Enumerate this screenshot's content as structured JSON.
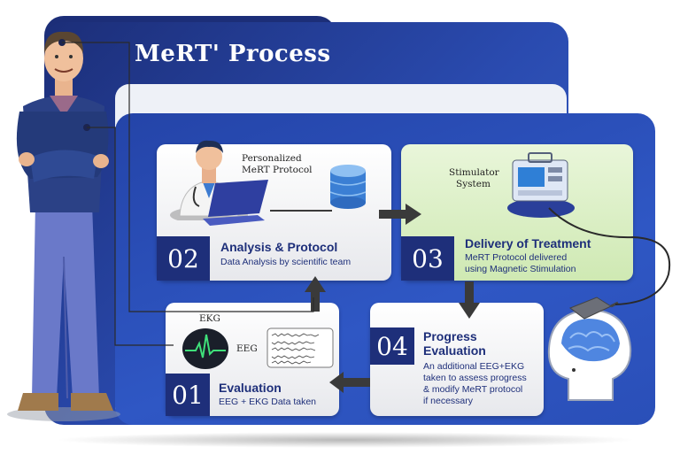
{
  "title": "MeRT' Process",
  "steps": [
    {
      "num": "01",
      "heading": "Evaluation",
      "desc": "EEG + EKG Data taken"
    },
    {
      "num": "02",
      "heading": "Analysis & Protocol",
      "desc": "Data Analysis by scientific team"
    },
    {
      "num": "03",
      "heading": "Delivery of Treatment",
      "desc_line1": "MeRT Protocol delivered",
      "desc_line2": "using Magnetic Stimulation"
    },
    {
      "num": "04",
      "heading_line1": "Progress",
      "heading_line2": "Evaluation",
      "desc_line1": "An additional EEG+EKG",
      "desc_line2": "taken to assess progress",
      "desc_line3": "& modify MeRT protocol",
      "desc_line4": "if necessary"
    }
  ],
  "labels": {
    "protocol_line1": "Personalized",
    "protocol_line2": "MeRT Protocol",
    "stimulator_line1": "Stimulator",
    "stimulator_line2": "System",
    "ekg": "EKG",
    "eeg": "EEG"
  },
  "colors": {
    "navy": "#1e2f7a",
    "folder_blue": "#2a4bb0",
    "green_card": "#d6edbd"
  }
}
